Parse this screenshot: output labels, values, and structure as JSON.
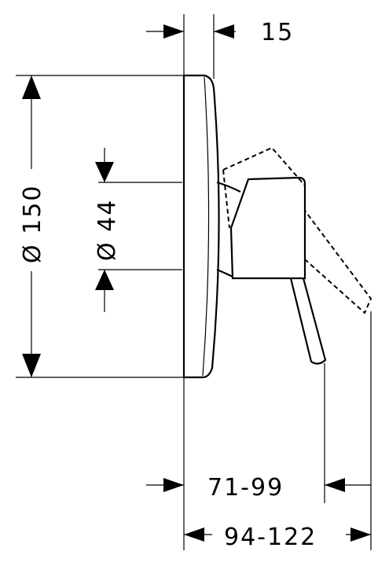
{
  "dimensions": {
    "top_offset": "15",
    "outer_diameter": "Ø 150",
    "inner_diameter": "Ø 44",
    "projection_range": "71-99",
    "total_range": "94-122"
  }
}
